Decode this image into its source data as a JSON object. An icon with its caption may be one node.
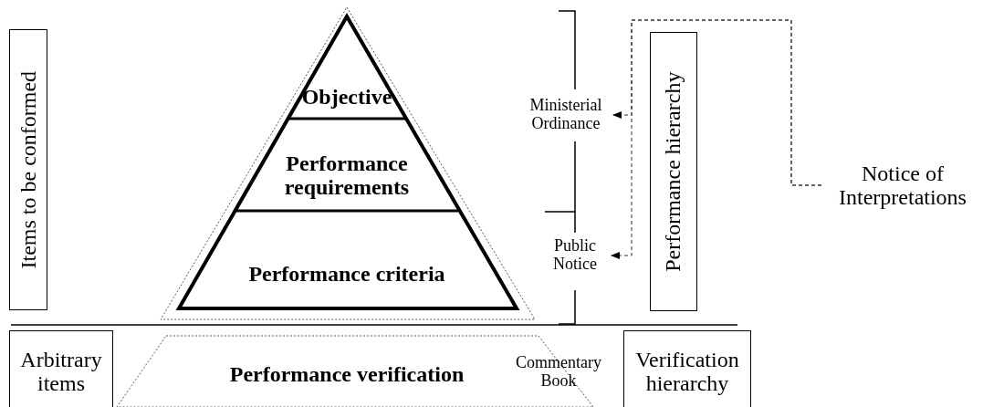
{
  "diagram": {
    "nodes": [
      {
        "text": [
          "Items to be conformed"
        ]
      },
      {
        "text": [
          "Objective"
        ]
      },
      {
        "text": [
          "Performance requirements"
        ]
      },
      {
        "text": [
          "Performance criteria"
        ]
      },
      {
        "text": [
          "Ministerial Ordinance"
        ]
      },
      {
        "text": [
          "Public Notice"
        ]
      },
      {
        "text": [
          "Performance hierarchy"
        ]
      },
      {
        "text": [
          "Notice of Interpretations"
        ]
      },
      {
        "text": [
          "Arbitrary items"
        ]
      },
      {
        "text": [
          "Performance verification"
        ]
      },
      {
        "text": [
          "Commentary Book"
        ]
      },
      {
        "text": [
          "Verification hierarchy"
        ]
      }
    ],
    "edges": [
      {
        "from": 7,
        "to": 4,
        "arrow": "to",
        "style": "dashed"
      },
      {
        "from": 7,
        "to": 5,
        "arrow": "to",
        "style": "dashed"
      }
    ]
  }
}
